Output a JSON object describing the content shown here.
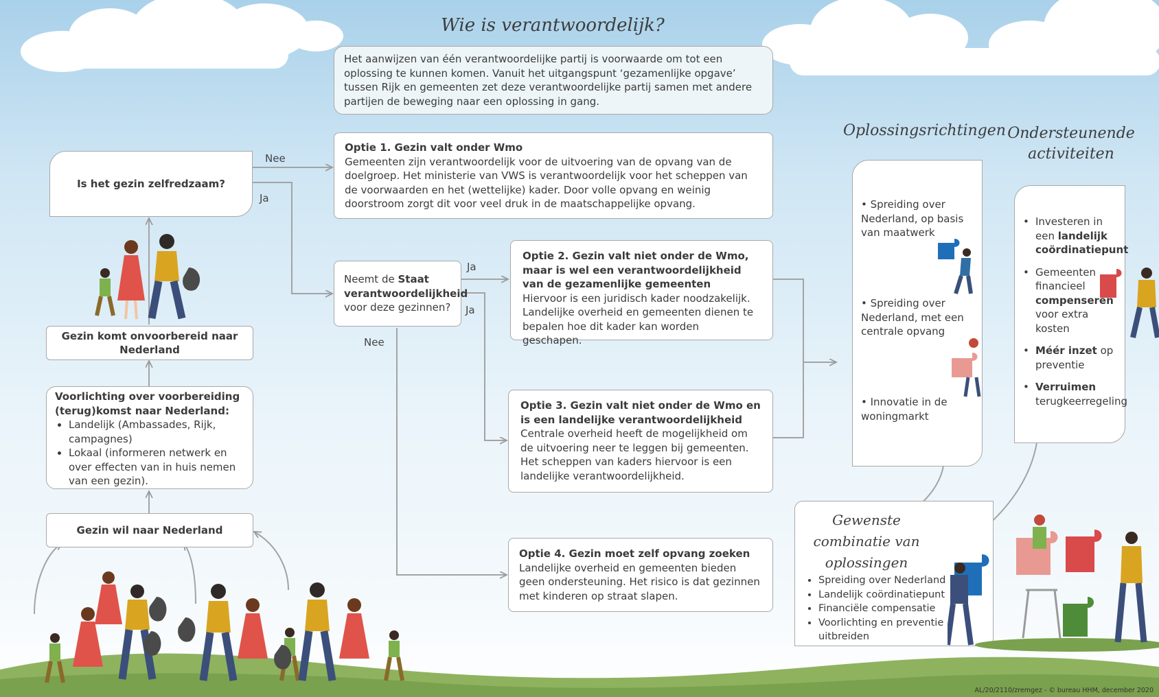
{
  "header": {
    "title": "Wie is verantwoordelijk?",
    "intro": "Het aanwijzen van één verantwoordelijke partij is voorwaarde om tot een oplossing te kunnen komen. Vanuit het uitgangspunt ‘gezamenlijke opgave’ tussen Rijk en gemeenten zet deze verantwoordelijke partij samen met andere partijen de beweging naar een oplossing in gang."
  },
  "left": {
    "question": "Is het gezin zelfredzaam?",
    "arrives": "Gezin komt onvoorbereid naar Nederland",
    "info_title": "Voorlichting over voorbereiding (terug)komst naar Nederland:",
    "info_items": [
      "Landelijk (Ambassades, Rijk, campagnes)",
      "Lokaal (informeren netwerk en over effecten van in huis nemen van een gezin)."
    ],
    "wants": "Gezin wil naar Nederland"
  },
  "flow_labels": {
    "nee_1": "Nee",
    "ja_1": "Ja",
    "ja_2": "Ja",
    "ja_3": "Ja",
    "nee_2": "Nee"
  },
  "state_q": {
    "pre": "Neemt de ",
    "bold": "Staat verantwoordelijkheid",
    "post": " voor deze gezinnen?"
  },
  "options": [
    {
      "title": "Optie 1. Gezin valt onder Wmo",
      "body": "Gemeenten zijn verantwoordelijk voor de uitvoering van de opvang van de doelgroep. Het ministerie van VWS is verantwoordelijk voor het scheppen van de voorwaarden en het (wettelijke) kader. Door volle opvang en weinig doorstroom zorgt dit voor veel druk in de maatschappelijke opvang."
    },
    {
      "title": "Optie 2. Gezin valt niet onder de Wmo, maar is wel een verantwoordelijkheid van de gezamenlijke gemeenten",
      "body": "Hiervoor is een juridisch kader noodzakelijk. Landelijke overheid en gemeenten dienen te bepalen hoe dit kader kan worden geschapen."
    },
    {
      "title": "Optie 3. Gezin valt niet onder de Wmo en is een landelijke verantwoordelijkheid",
      "body": "Centrale overheid heeft de mogelijkheid om de uitvoering neer te leggen bij gemeenten. Het scheppen van kaders hiervoor is een landelijke verantwoordelijkheid."
    },
    {
      "title": "Optie 4. Gezin moet zelf opvang zoeken",
      "body": "Landelijke overheid en gemeenten bieden geen ondersteuning. Het risico is dat gezinnen met kinderen op straat slapen."
    }
  ],
  "solutions": {
    "heading": "Oplossingsrichtingen",
    "items": [
      "Spreiding over Nederland, op basis van maatwerk",
      "Spreiding over Nederland, met een centrale opvang",
      "Innovatie in de woningmarkt"
    ]
  },
  "support": {
    "heading_1": "Ondersteunende",
    "heading_2": "activiteiten",
    "items": [
      {
        "pre": "Investeren in een ",
        "bold": "landelijk coördinatiepunt",
        "post": ""
      },
      {
        "pre": "Gemeenten financieel ",
        "bold": "compenseren",
        "post": " voor extra kosten"
      },
      {
        "pre": "",
        "bold": "Méér inzet",
        "post": " op preventie"
      },
      {
        "pre": "",
        "bold": "Verruimen",
        "post": " terugkeerregeling"
      }
    ]
  },
  "combo": {
    "heading_1": "Gewenste",
    "heading_2": "combinatie van",
    "heading_3": "oplossingen",
    "items": [
      "Spreiding over Nederland",
      "Landelijk coördinatiepunt",
      "Financiële compensatie",
      "Voorlichting en preventie uitbreiden"
    ]
  },
  "footer": "AL/20/2110/zremgez - © bureau HHM, december 2020",
  "colors": {
    "sky_top": "#a9d1ea",
    "grass": "#8fb25f",
    "puzzle_blue": "#1f6fb8",
    "puzzle_red": "#d94a4a",
    "puzzle_pink": "#e89a92",
    "puzzle_green": "#4e8c3a",
    "mustard": "#d9a520",
    "jeans": "#3b4f7a",
    "dress": "#e0534a"
  }
}
